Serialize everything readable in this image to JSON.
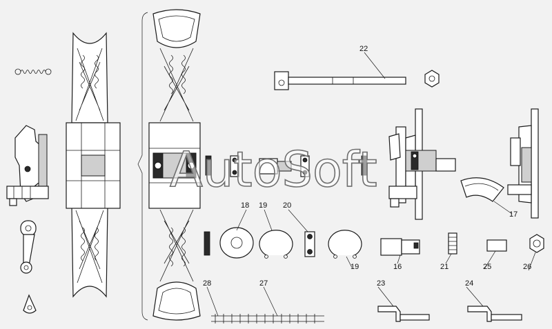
{
  "watermark": "AutoSoft",
  "labels": {
    "p16": "16",
    "p17": "17",
    "p18": "18",
    "p19a": "19",
    "p19b": "19",
    "p20": "20",
    "p21": "21",
    "p22": "22",
    "p23": "23",
    "p24": "24",
    "p25": "25",
    "p26": "26",
    "p27": "27",
    "p28": "28"
  }
}
